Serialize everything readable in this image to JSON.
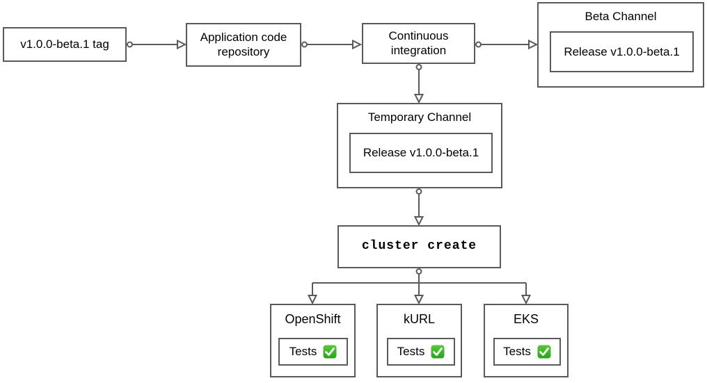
{
  "diagram": {
    "nodes": {
      "tag": {
        "label": "v1.0.0-beta.1 tag"
      },
      "repo": {
        "label": "Application code repository"
      },
      "ci": {
        "label": "Continuous integration"
      },
      "beta_channel": {
        "title": "Beta Channel",
        "release_label": "Release v1.0.0-beta.1"
      },
      "temporary_channel": {
        "title": "Temporary Channel",
        "release_label": "Release v1.0.0-beta.1"
      },
      "cluster_create": {
        "label": "cluster create"
      },
      "openshift": {
        "title": "OpenShift",
        "tests_label": "Tests",
        "status_icon": "check-mark-button"
      },
      "kurl": {
        "title": "kURL",
        "tests_label": "Tests",
        "status_icon": "check-mark-button"
      },
      "eks": {
        "title": "EKS",
        "tests_label": "Tests",
        "status_icon": "check-mark-button"
      }
    },
    "edges": [
      {
        "from": "tag",
        "to": "repo"
      },
      {
        "from": "repo",
        "to": "ci"
      },
      {
        "from": "ci",
        "to": "beta_channel"
      },
      {
        "from": "ci",
        "to": "temporary_channel"
      },
      {
        "from": "temporary_channel",
        "to": "cluster_create"
      },
      {
        "from": "cluster_create",
        "to": "openshift"
      },
      {
        "from": "cluster_create",
        "to": "kurl"
      },
      {
        "from": "cluster_create",
        "to": "eks"
      }
    ],
    "colors": {
      "border": "#595959",
      "text": "#000000",
      "background": "#ffffff",
      "check_green": "#31b425"
    }
  }
}
